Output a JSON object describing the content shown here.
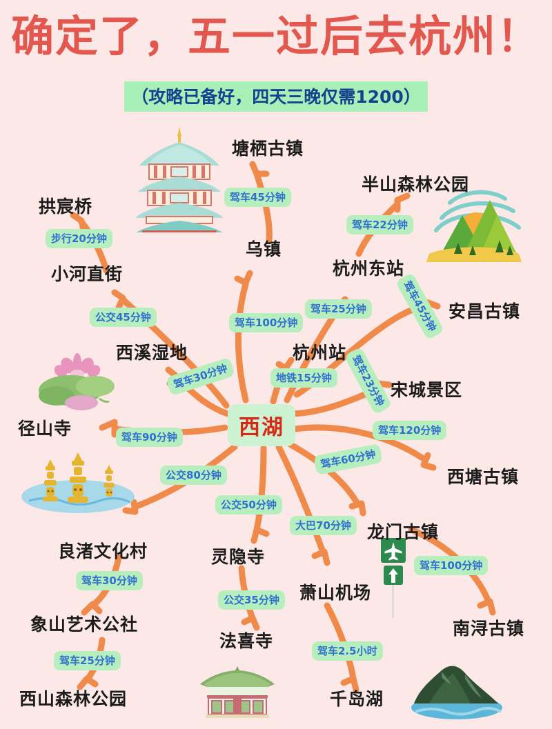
{
  "header": {
    "title": "确定了，五一过后去杭州！",
    "subtitle": "（攻略已备好，四天三晚仅需1200）",
    "title_color": "#e2584f",
    "subtitle_bg": "#a9efb8",
    "subtitle_color": "#16418f"
  },
  "theme": {
    "background": "#fce9e7",
    "arrow_color": "#f08a4b",
    "label_bg": "#b6efbd",
    "label_text": "#2f6fd0",
    "hub_bg": "#cdf2d2",
    "hub_text": "#d62a19",
    "place_text": "#1c1c1c"
  },
  "hub": {
    "label": "西湖"
  },
  "places": [
    {
      "id": "tangqi",
      "label": "塘栖古镇"
    },
    {
      "id": "gongchenqiao",
      "label": "拱宸桥"
    },
    {
      "id": "xiaohezhijie",
      "label": "小河直街"
    },
    {
      "id": "wuzhen",
      "label": "乌镇"
    },
    {
      "id": "banshan",
      "label": "半山森林公园"
    },
    {
      "id": "hangzhoudong",
      "label": "杭州东站"
    },
    {
      "id": "anchang",
      "label": "安昌古镇"
    },
    {
      "id": "xixi",
      "label": "西溪湿地"
    },
    {
      "id": "hangzhouzhan",
      "label": "杭州站"
    },
    {
      "id": "songcheng",
      "label": "宋城景区"
    },
    {
      "id": "jingshansi",
      "label": "径山寺"
    },
    {
      "id": "xitang",
      "label": "西塘古镇"
    },
    {
      "id": "liangzhu",
      "label": "良渚文化村"
    },
    {
      "id": "longmen",
      "label": "龙门古镇"
    },
    {
      "id": "lingyinsi",
      "label": "灵隐寺"
    },
    {
      "id": "xiaoshan",
      "label": "萧山机场"
    },
    {
      "id": "xiangshan",
      "label": "象山艺术公社"
    },
    {
      "id": "nanxun",
      "label": "南浔古镇"
    },
    {
      "id": "faxisi",
      "label": "法喜寺"
    },
    {
      "id": "xishan",
      "label": "西山森林公园"
    },
    {
      "id": "qiandaohu",
      "label": "千岛湖"
    }
  ],
  "routes": [
    {
      "id": "r-gongchenqiao",
      "from": "小河直街",
      "to": "拱宸桥",
      "label": "步行20分钟"
    },
    {
      "id": "r-tangqi",
      "from": "乌镇",
      "to": "塘栖古镇",
      "label": "驾车45分钟"
    },
    {
      "id": "r-banshan",
      "from": "杭州东站",
      "to": "半山森林公园",
      "label": "驾车22分钟"
    },
    {
      "id": "r-xiaohe",
      "from": "西湖",
      "to": "小河直街",
      "label": "公交45分钟"
    },
    {
      "id": "r-wuzhen",
      "from": "西湖",
      "to": "乌镇",
      "label": "驾车100分钟"
    },
    {
      "id": "r-hzdong",
      "from": "西湖",
      "to": "杭州东站",
      "label": "驾车25分钟"
    },
    {
      "id": "r-anchang",
      "from": "西湖",
      "to": "安昌古镇",
      "label": "驾车45分钟"
    },
    {
      "id": "r-xixi",
      "from": "西湖",
      "to": "西溪湿地",
      "label": "驾车30分钟"
    },
    {
      "id": "r-hzzhan",
      "from": "西湖",
      "to": "杭州站",
      "label": "地铁15分钟"
    },
    {
      "id": "r-songcheng",
      "from": "西湖",
      "to": "宋城景区",
      "label": "驾车23分钟"
    },
    {
      "id": "r-jingshan",
      "from": "西湖",
      "to": "径山寺",
      "label": "驾车90分钟"
    },
    {
      "id": "r-xitang",
      "from": "西湖",
      "to": "西塘古镇",
      "label": "驾车120分钟"
    },
    {
      "id": "r-liangzhu",
      "from": "西湖",
      "to": "良渚文化村",
      "label": "公交80分钟"
    },
    {
      "id": "r-longmen",
      "from": "西湖",
      "to": "龙门古镇",
      "label": "驾车60分钟"
    },
    {
      "id": "r-lingyin",
      "from": "西湖",
      "to": "灵隐寺",
      "label": "公交50分钟"
    },
    {
      "id": "r-xiaoshan",
      "from": "西湖",
      "to": "萧山机场",
      "label": "大巴70分钟"
    },
    {
      "id": "r-nanxun",
      "from": "龙门古镇",
      "to": "南浔古镇",
      "label": "驾车100分钟"
    },
    {
      "id": "r-xiangshan",
      "from": "良渚文化村",
      "to": "象山艺术公社",
      "label": "驾车30分钟"
    },
    {
      "id": "r-faxi",
      "from": "灵隐寺",
      "to": "法喜寺",
      "label": "公交35分钟"
    },
    {
      "id": "r-xishan",
      "from": "象山艺术公社",
      "to": "西山森林公园",
      "label": "驾车25分钟"
    },
    {
      "id": "r-qiandaohu",
      "from": "萧山机场",
      "to": "千岛湖",
      "label": "驾车2.5小时"
    }
  ],
  "illustrations": [
    {
      "id": "pagoda",
      "name": "six-harmonies-pagoda-illustration"
    },
    {
      "id": "mountain",
      "name": "green-mountain-illustration"
    },
    {
      "id": "lotus",
      "name": "lotus-pond-illustration"
    },
    {
      "id": "goldpagodas",
      "name": "three-pools-mirroring-moon-illustration"
    },
    {
      "id": "airportsign",
      "name": "airport-road-sign-icon"
    },
    {
      "id": "temple",
      "name": "green-roof-temple-illustration"
    },
    {
      "id": "island",
      "name": "lake-island-illustration"
    }
  ]
}
